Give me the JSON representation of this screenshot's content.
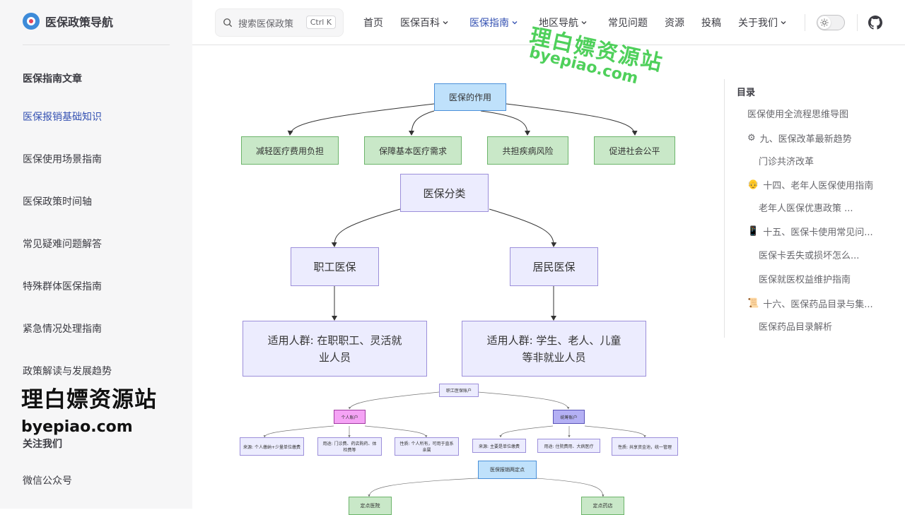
{
  "brand": {
    "title": "医保政策导航"
  },
  "sidebar": {
    "section": "医保指南文章",
    "items": [
      {
        "label": "医保报销基础知识",
        "active": true
      },
      {
        "label": "医保使用场景指南"
      },
      {
        "label": "医保政策时间轴"
      },
      {
        "label": "常见疑难问题解答"
      },
      {
        "label": "特殊群体医保指南"
      },
      {
        "label": "紧急情况处理指南"
      },
      {
        "label": "政策解读与发展趋势"
      }
    ],
    "follow_label": "关注我们",
    "wechat_label": "微信公众号"
  },
  "search": {
    "placeholder": "搜索医保政策",
    "kbd": "Ctrl K"
  },
  "nav": {
    "items": [
      {
        "label": "首页"
      },
      {
        "label": "医保百科",
        "dropdown": true
      },
      {
        "label": "医保指南",
        "dropdown": true,
        "active": true
      },
      {
        "label": "地区导航",
        "dropdown": true
      },
      {
        "label": "常见问题"
      },
      {
        "label": "资源"
      },
      {
        "label": "投稿"
      },
      {
        "label": "关于我们",
        "dropdown": true
      }
    ]
  },
  "watermark": {
    "cn": "理白嫖资源站",
    "en": "byepiao.com"
  },
  "diagram": {
    "role": {
      "title": "医保的作用",
      "children": [
        "减轻医疗费用负担",
        "保障基本医疗需求",
        "共担疾病风险",
        "促进社会公平"
      ]
    },
    "category": {
      "title": "医保分类",
      "left": "职工医保",
      "right": "居民医保",
      "left_desc": "适用人群: 在职职工、灵活就业人员",
      "right_desc": "适用人群: 学生、老人、儿童等非就业人员"
    },
    "account": {
      "title": "职工医保账户",
      "personal": "个人账户",
      "pool": "统筹账户",
      "leaves": [
        "来源: 个人缴纳+少量单位缴费",
        "用途: 门诊费、药店购药、体检费等",
        "性质: 个人所有，可用于直系亲属",
        "来源: 主要是单位缴费",
        "用途: 住院费用、大病医疗",
        "性质: 共享资金池，统一管理"
      ]
    },
    "designated": {
      "title": "医保报销两定点",
      "left": "定点医院",
      "right": "定点药店"
    }
  },
  "toc": {
    "title": "目录",
    "items": [
      {
        "label": "医保使用全流程思维导图",
        "level": 1,
        "emoji": ""
      },
      {
        "label": "九、医保改革最新趋势",
        "level": 1,
        "emoji": "⚙"
      },
      {
        "label": "门诊共济改革",
        "level": 2,
        "emoji": ""
      },
      {
        "label": "十四、老年人医保使用指南",
        "level": 1,
        "emoji": "👴"
      },
      {
        "label": "老年人医保优惠政策 ...",
        "level": 2,
        "emoji": ""
      },
      {
        "label": "十五、医保卡使用常见问...",
        "level": 1,
        "emoji": "📱"
      },
      {
        "label": "医保卡丢失或损坏怎么...",
        "level": 2,
        "emoji": ""
      },
      {
        "label": "医保就医权益维护指南",
        "level": 2,
        "emoji": ""
      },
      {
        "label": "十六、医保药品目录与集...",
        "level": 1,
        "emoji": "📜"
      },
      {
        "label": "医保药品目录解析",
        "level": 2,
        "emoji": ""
      }
    ]
  },
  "colors": {
    "accent": "#3451b2",
    "node_blue": "#bfe1fb",
    "node_green": "#c9e8c8",
    "node_purple": "#ececfe",
    "watermark_green": "#3ccb4a"
  }
}
